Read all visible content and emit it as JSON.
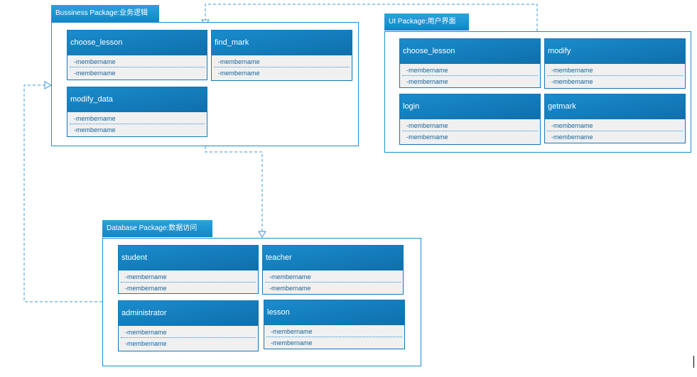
{
  "packages": {
    "business": {
      "label": "Bussiness Package:业务逻辑",
      "classes": [
        {
          "name": "choose_lesson",
          "attrs": [
            "-membername",
            "-membername"
          ]
        },
        {
          "name": "find_mark",
          "attrs": [
            "-membername",
            "-membername"
          ]
        },
        {
          "name": "modify_data",
          "attrs": [
            "-membername",
            "-membername"
          ]
        }
      ]
    },
    "ui": {
      "label": "UI Package:用户界面",
      "classes": [
        {
          "name": "choose_lesson",
          "attrs": [
            "-membername",
            "-membername"
          ]
        },
        {
          "name": "modify",
          "attrs": [
            "-membername",
            "-membername"
          ]
        },
        {
          "name": "login",
          "attrs": [
            "-membername",
            "-membername"
          ]
        },
        {
          "name": "getmark",
          "attrs": [
            "-membername",
            "-membername"
          ]
        }
      ]
    },
    "database": {
      "label": "Database Package:数据访问",
      "classes": [
        {
          "name": "student",
          "attrs": [
            "-membername",
            "-membername"
          ]
        },
        {
          "name": "teacher",
          "attrs": [
            "-membername",
            "-membername"
          ]
        },
        {
          "name": "administrator",
          "attrs": [
            "-membername",
            "-membername"
          ]
        },
        {
          "name": "lesson",
          "attrs": [
            "-membername",
            "-membername"
          ]
        }
      ]
    }
  },
  "colors": {
    "package_border": "#1a8fd0",
    "tab_fill": "#1386c6",
    "class_header": "#0f6fab",
    "class_body": "#f0f0f0",
    "connector": "#3a9ad9"
  }
}
